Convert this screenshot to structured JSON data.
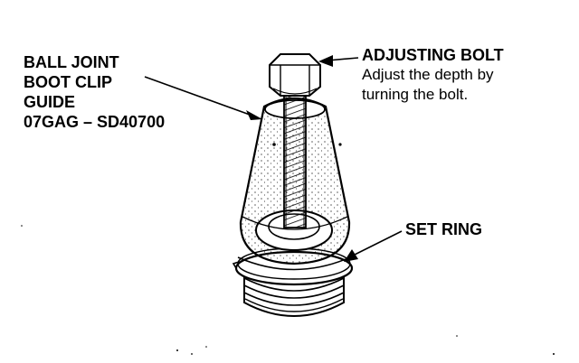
{
  "diagram": {
    "tool_label_lines": [
      "BALL JOINT",
      "BOOT CLIP",
      "GUIDE",
      "07GAG – SD40700"
    ],
    "adjusting_bolt": {
      "title": "ADJUSTING BOLT",
      "note_lines": [
        "Adjust the depth by",
        "turning the bolt."
      ]
    },
    "set_ring": {
      "title": "SET RING"
    }
  }
}
